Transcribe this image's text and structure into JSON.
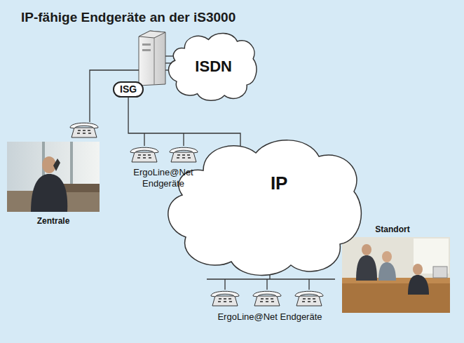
{
  "diagram": {
    "title": "IP-fähige Endgeräte an der iS3000",
    "nodes": [
      {
        "text": [
          "ISDN"
        ]
      },
      {
        "text": [
          "ISG"
        ]
      },
      {
        "text": [
          "IP"
        ]
      }
    ],
    "edges": [
      {
        "from": 1,
        "to": 2,
        "arrow": "none"
      }
    ],
    "labels": [
      "ErgoLine@Net Endgeräte",
      "Zentrale",
      "Standort",
      "ErgoLine@Net Endgeräte"
    ]
  }
}
